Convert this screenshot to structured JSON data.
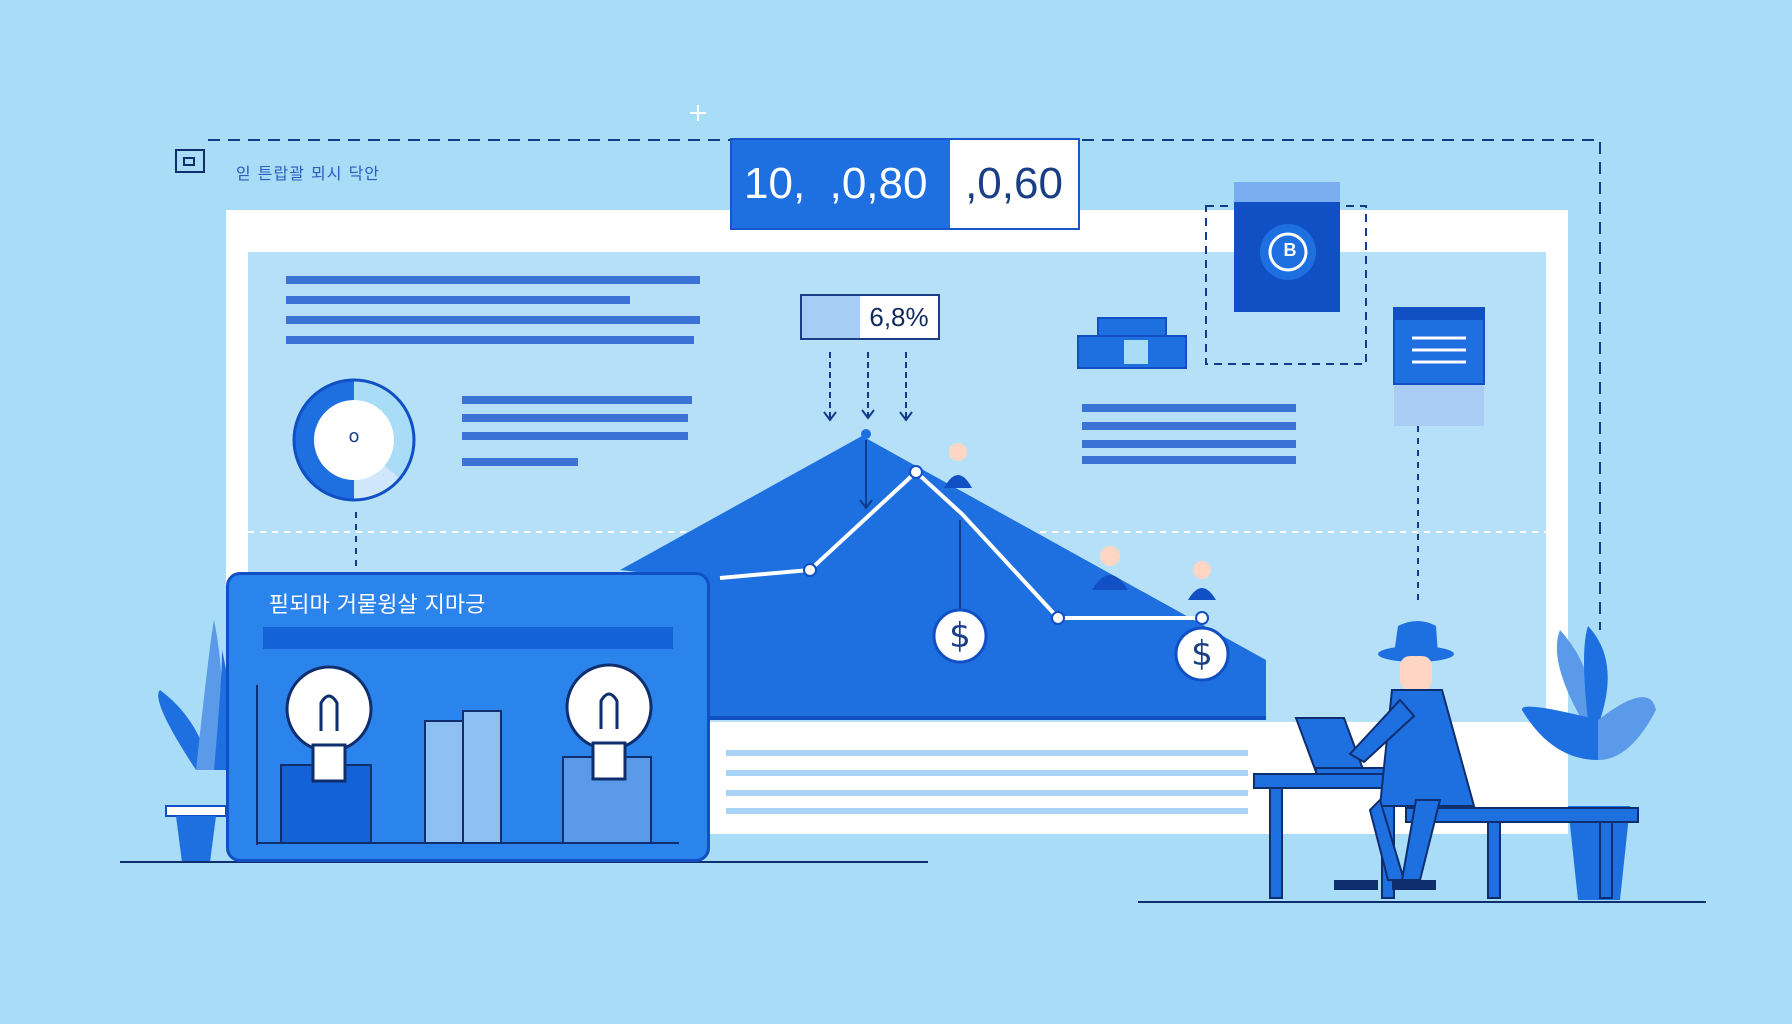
{
  "colors": {
    "background": "#a9dcf6",
    "primary": "#1e6fe0",
    "dark": "#1050c4",
    "white": "#ffffff"
  },
  "header": {
    "corner_label": "읻 튼랍괄 뫼시 닥안"
  },
  "value_box": {
    "left_value": "10,  ,0,80",
    "right_value": ",0,60"
  },
  "percent_box": {
    "value": "6,8%"
  },
  "card": {
    "title": "핃되마 거뭍윙살 지마긍"
  },
  "donut": {
    "center_label": "o"
  },
  "coins": [
    {
      "symbol": "$"
    },
    {
      "symbol": "$"
    }
  ],
  "badge": {
    "letter": "B",
    "icon": "currency-badge-icon"
  },
  "icons": {
    "window": "window-icon",
    "plus": "plus-icon",
    "lightbulb": "lightbulb-icon",
    "person": "person-icon",
    "plant": "plant-icon",
    "laptop": "laptop-icon",
    "list": "list-icon"
  }
}
